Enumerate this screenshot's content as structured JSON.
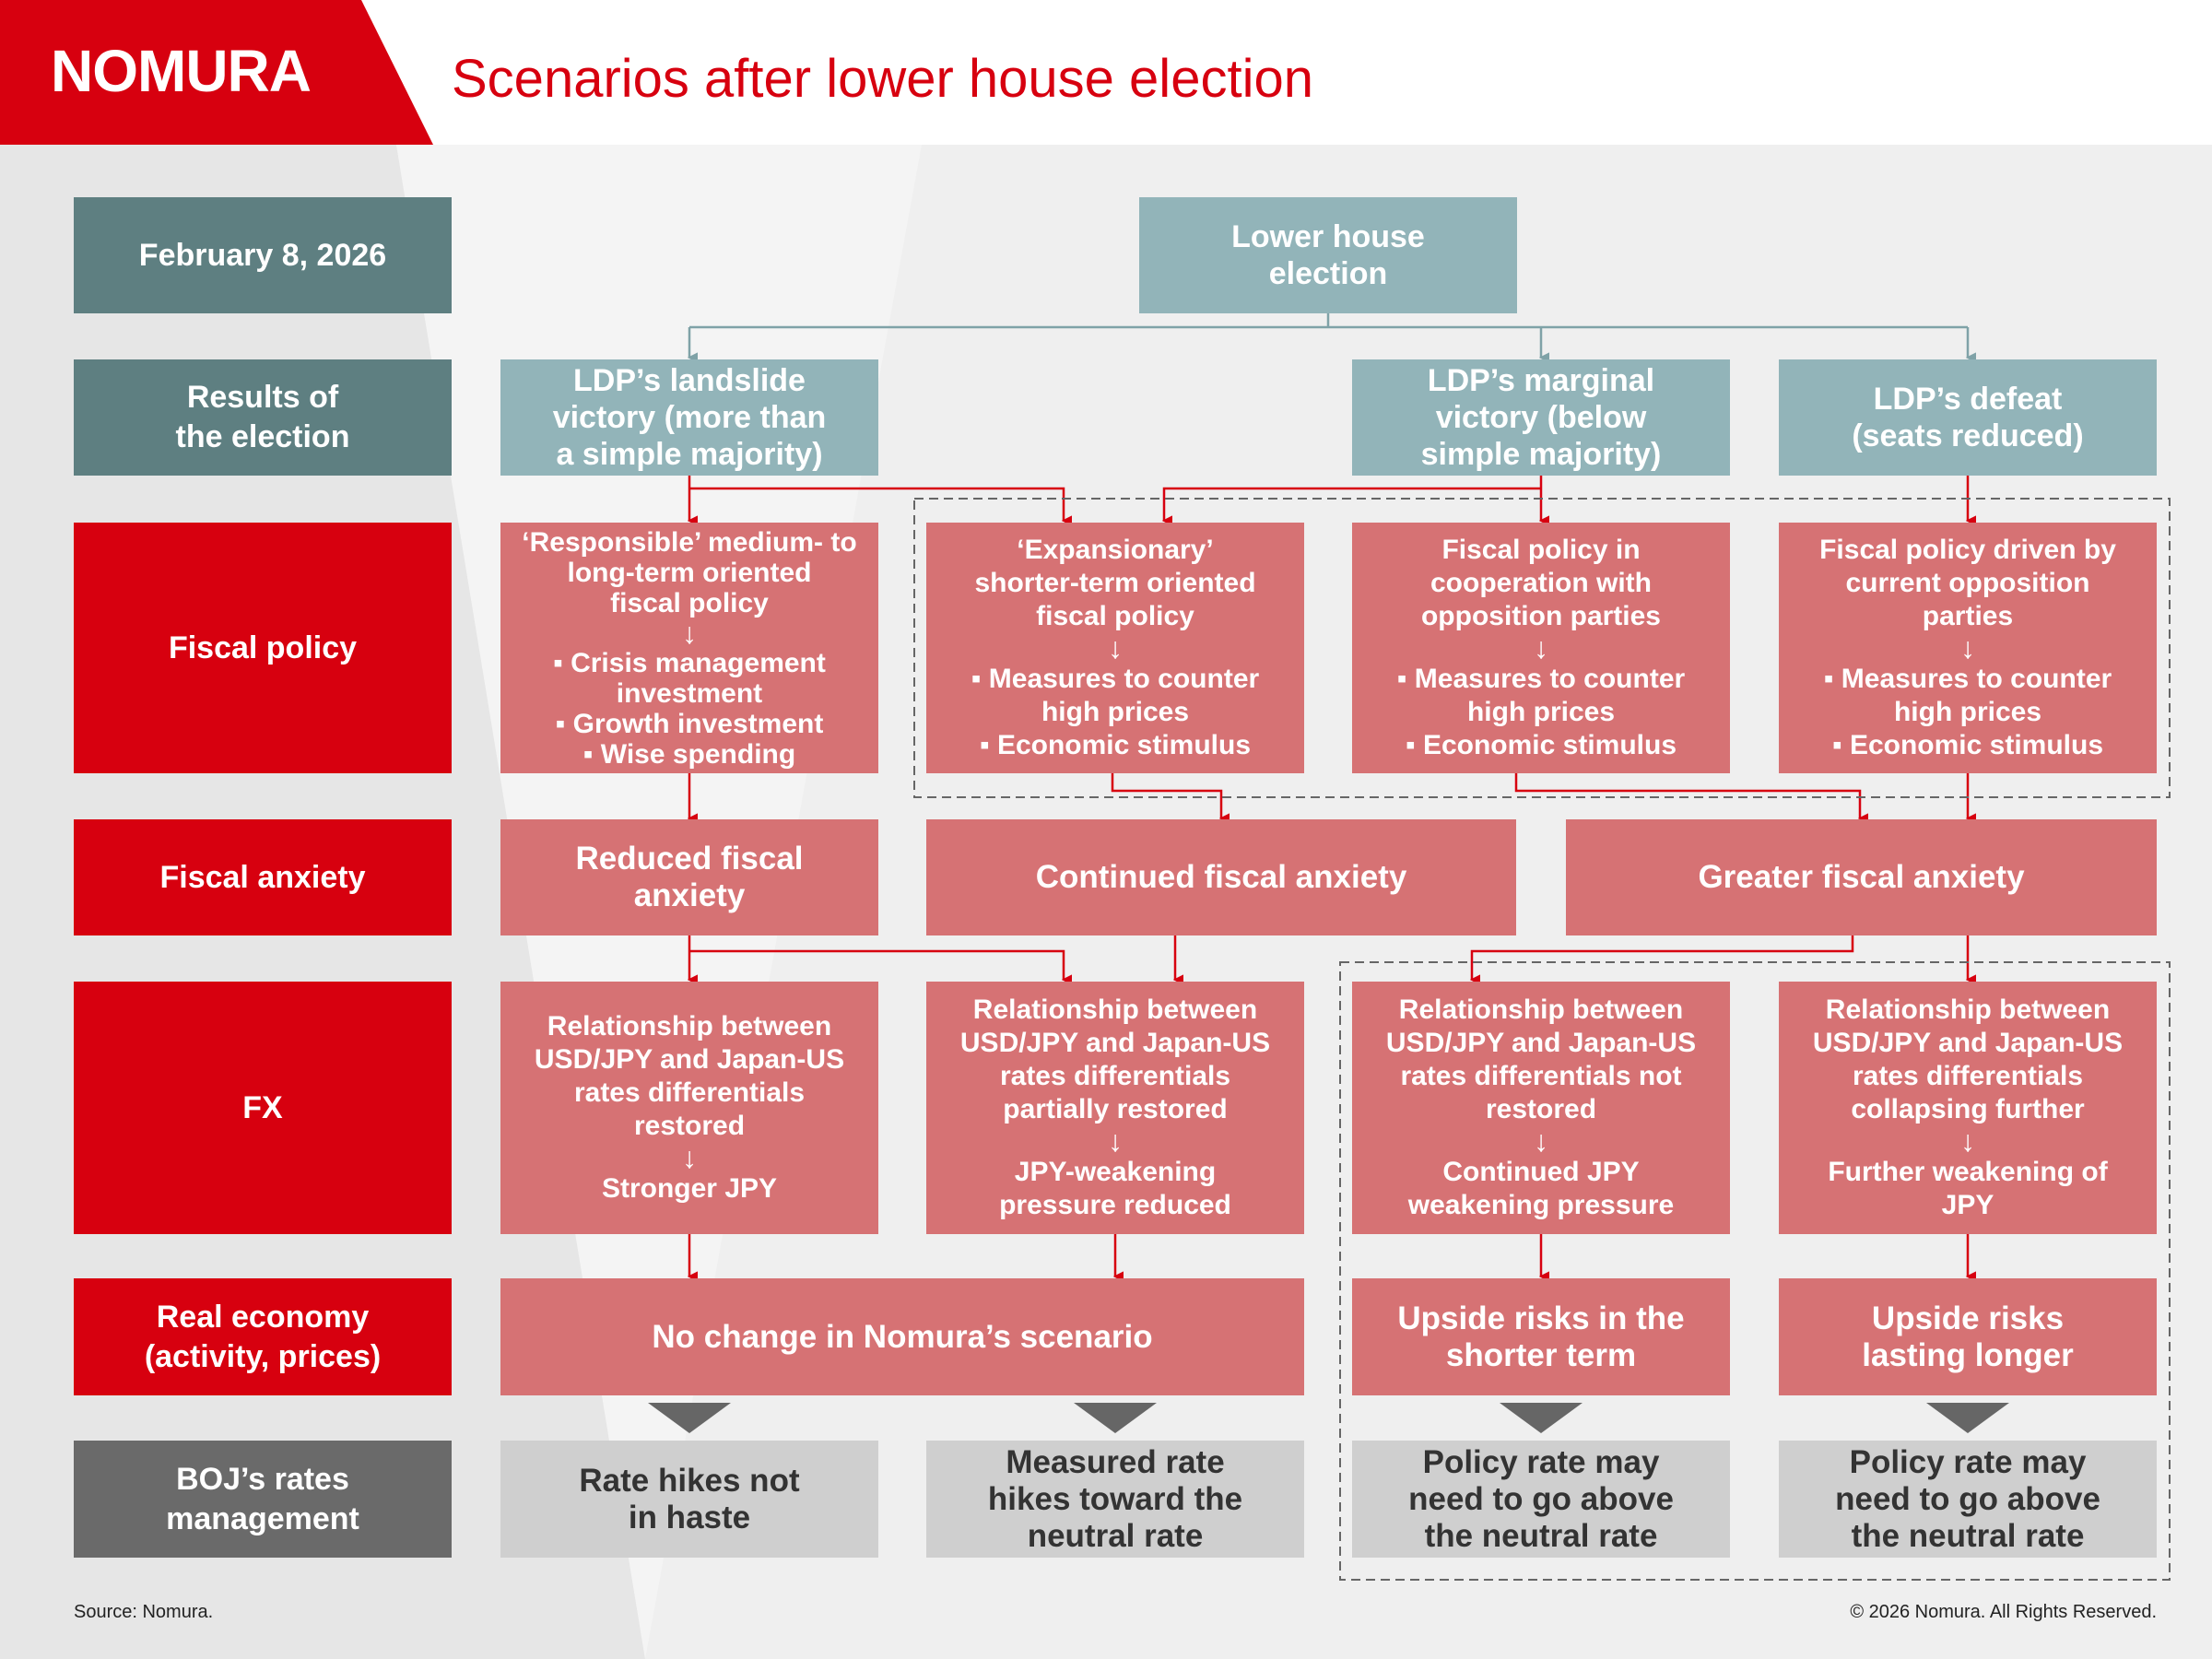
{
  "header": {
    "logo": "NOMURA",
    "title": "Scenarios after lower house election"
  },
  "rows": {
    "date": "February 8, 2026",
    "results": [
      "Results of",
      "the election"
    ],
    "fiscal_policy": "Fiscal policy",
    "fiscal_anxiety": "Fiscal anxiety",
    "fx": "FX",
    "real_economy": [
      "Real economy",
      "(activity, prices)"
    ],
    "boj": [
      "BOJ’s rates",
      "management"
    ]
  },
  "election": [
    "Lower house",
    "election"
  ],
  "results": [
    [
      "LDP’s landslide",
      "victory (more than",
      "a simple majority)"
    ],
    [
      "LDP’s marginal",
      "victory (below",
      "simple majority)"
    ],
    [
      "LDP’s defeat",
      "(seats reduced)"
    ]
  ],
  "fiscal": [
    {
      "head": [
        "‘Responsible’ medium- to",
        "long-term oriented",
        "fiscal policy"
      ],
      "arrow": "↓",
      "bullets": [
        "▪ Crisis management",
        "investment",
        "▪ Growth investment",
        "▪ Wise spending"
      ]
    },
    {
      "head": [
        "‘Expansionary’",
        "shorter-term oriented",
        "fiscal policy"
      ],
      "arrow": "↓",
      "bullets": [
        "▪ Measures to counter",
        "high prices",
        "▪ Economic stimulus"
      ]
    },
    {
      "head": [
        "Fiscal policy in",
        "cooperation with",
        "opposition parties"
      ],
      "arrow": "↓",
      "bullets": [
        "▪ Measures to counter",
        "high prices",
        "▪ Economic stimulus"
      ]
    },
    {
      "head": [
        "Fiscal policy driven by",
        "current opposition",
        "parties"
      ],
      "arrow": "↓",
      "bullets": [
        "▪ Measures to counter",
        "high prices",
        "▪ Economic stimulus"
      ]
    }
  ],
  "anxiety": [
    [
      "Reduced fiscal",
      "anxiety"
    ],
    [
      "Continued fiscal anxiety"
    ],
    [
      "Greater fiscal anxiety"
    ]
  ],
  "fx": [
    {
      "head": [
        "Relationship between",
        "USD/JPY and Japan-US",
        "rates differentials",
        "restored"
      ],
      "arrow": "↓",
      "result": [
        "Stronger JPY"
      ]
    },
    {
      "head": [
        "Relationship between",
        "USD/JPY and Japan-US",
        "rates differentials",
        "partially restored"
      ],
      "arrow": "↓",
      "result": [
        "JPY-weakening",
        "pressure reduced"
      ]
    },
    {
      "head": [
        "Relationship between",
        "USD/JPY and Japan-US",
        "rates differentials not",
        "restored"
      ],
      "arrow": "↓",
      "result": [
        "Continued JPY",
        "weakening pressure"
      ]
    },
    {
      "head": [
        "Relationship between",
        "USD/JPY and Japan-US",
        "rates differentials",
        "collapsing further"
      ],
      "arrow": "↓",
      "result": [
        "Further weakening of",
        "JPY"
      ]
    }
  ],
  "economy": [
    [
      "No change in Nomura’s scenario"
    ],
    [
      "Upside risks in the",
      "shorter term"
    ],
    [
      "Upside risks",
      "lasting longer"
    ]
  ],
  "boj": [
    [
      "Rate hikes not",
      "in haste"
    ],
    [
      "Measured rate",
      "hikes toward the",
      "neutral rate"
    ],
    [
      "Policy rate may",
      "need to go above",
      "the neutral rate"
    ],
    [
      "Policy rate may",
      "need to go above",
      "the neutral rate"
    ]
  ],
  "footer": {
    "source": "Source: Nomura.",
    "copyright": "© 2026 Nomura. All Rights Reserved."
  },
  "colors": {
    "brand_red": "#d7000f",
    "teal_dark": "#5e7f81",
    "teal_light": "#92b4b9",
    "pink": "#d67274",
    "gray_dark": "#6a6a6a",
    "gray_light": "#cfcfcf"
  }
}
